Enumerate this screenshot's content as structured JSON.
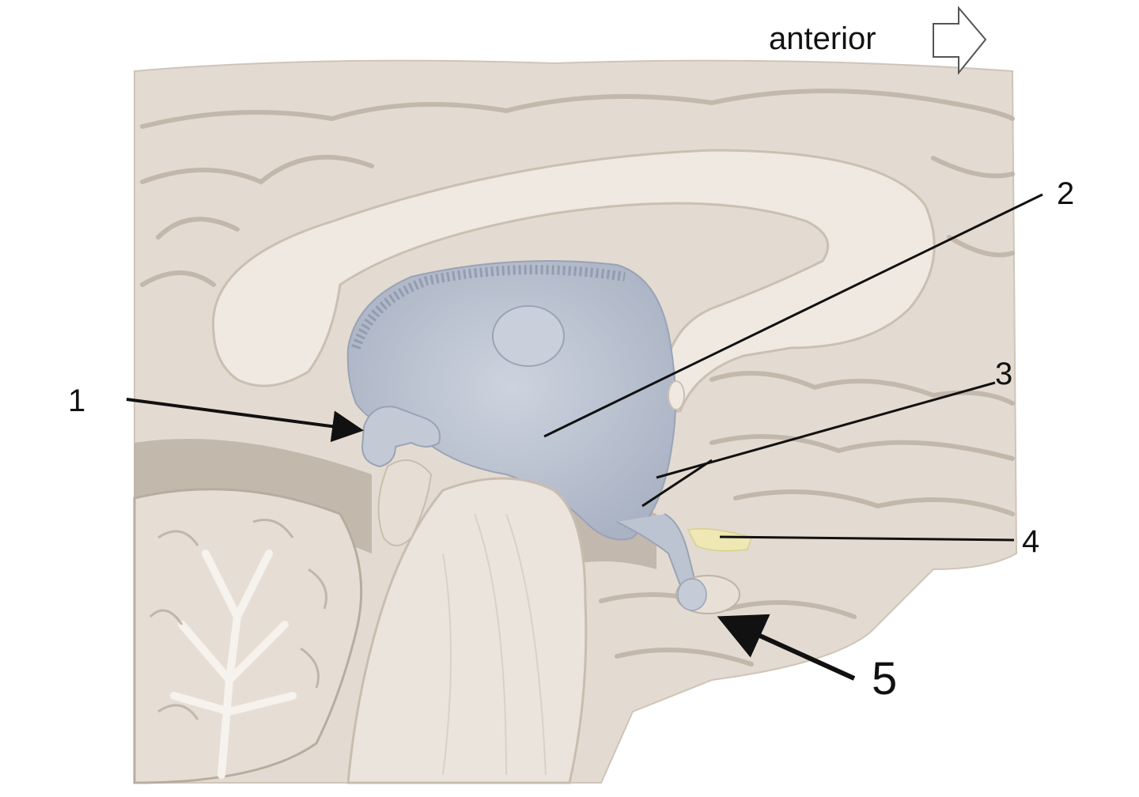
{
  "orientation": {
    "text": "anterior",
    "icon": "outline-right-arrow-icon"
  },
  "labels": [
    {
      "id": "1",
      "text": "1"
    },
    {
      "id": "2",
      "text": "2"
    },
    {
      "id": "3",
      "text": "3"
    },
    {
      "id": "4",
      "text": "4"
    },
    {
      "id": "5",
      "text": "5"
    }
  ],
  "colors": {
    "cortex": "#e6ded5",
    "sulcus": "#b9ac9f",
    "ventricle": "#bcc4d1",
    "choroid": "#8d97ac",
    "white_matter": "#efe9e2",
    "highlight": "#efe7b4",
    "leader": "#111111"
  }
}
